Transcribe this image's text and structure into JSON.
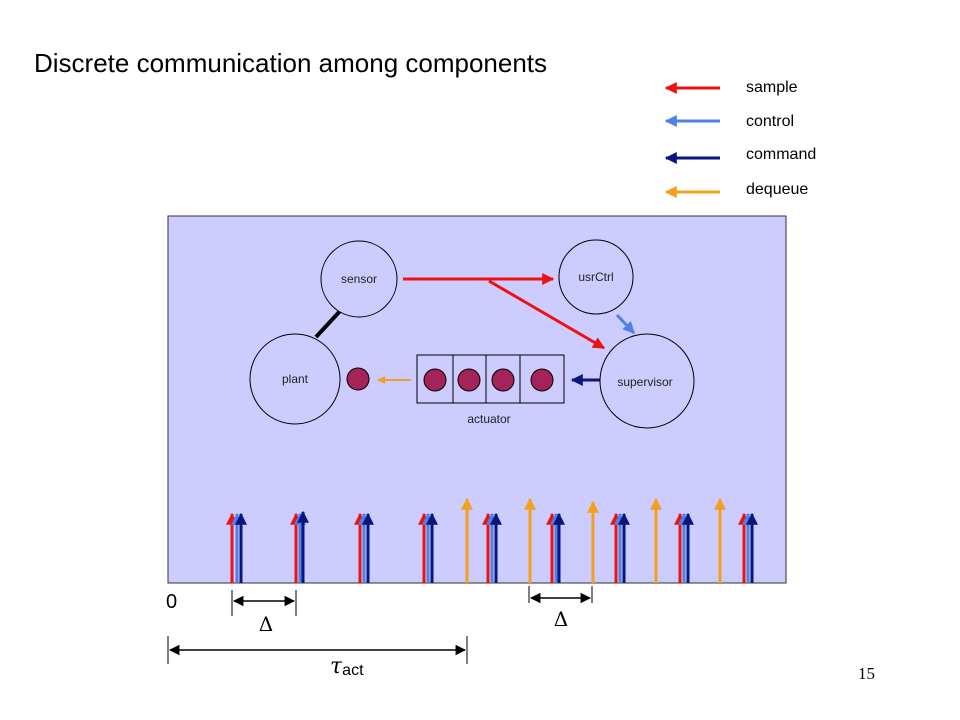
{
  "title": "Discrete communication among components",
  "legend": [
    {
      "label": "sample",
      "color": "#ee1111"
    },
    {
      "label": "control",
      "color": "#4f80e6"
    },
    {
      "label": "command",
      "color": "#0a1580"
    },
    {
      "label": "dequeue",
      "color": "#f5a01c"
    }
  ],
  "nodes": {
    "sensor": "sensor",
    "usrCtrl": "usrCtrl",
    "plant": "plant",
    "supervisor": "supervisor",
    "actuator": "actuator"
  },
  "timeline": {
    "origin_label": "0",
    "delta_label": "Δ",
    "tau_symbol": "τ",
    "tau_subscript": "act"
  },
  "page_number": "15",
  "colors": {
    "panel": "#ccccff",
    "token": "#a4245a",
    "sample": "#ee1111",
    "control": "#4f80e6",
    "command": "#0a1580",
    "dequeue": "#f5a01c"
  }
}
